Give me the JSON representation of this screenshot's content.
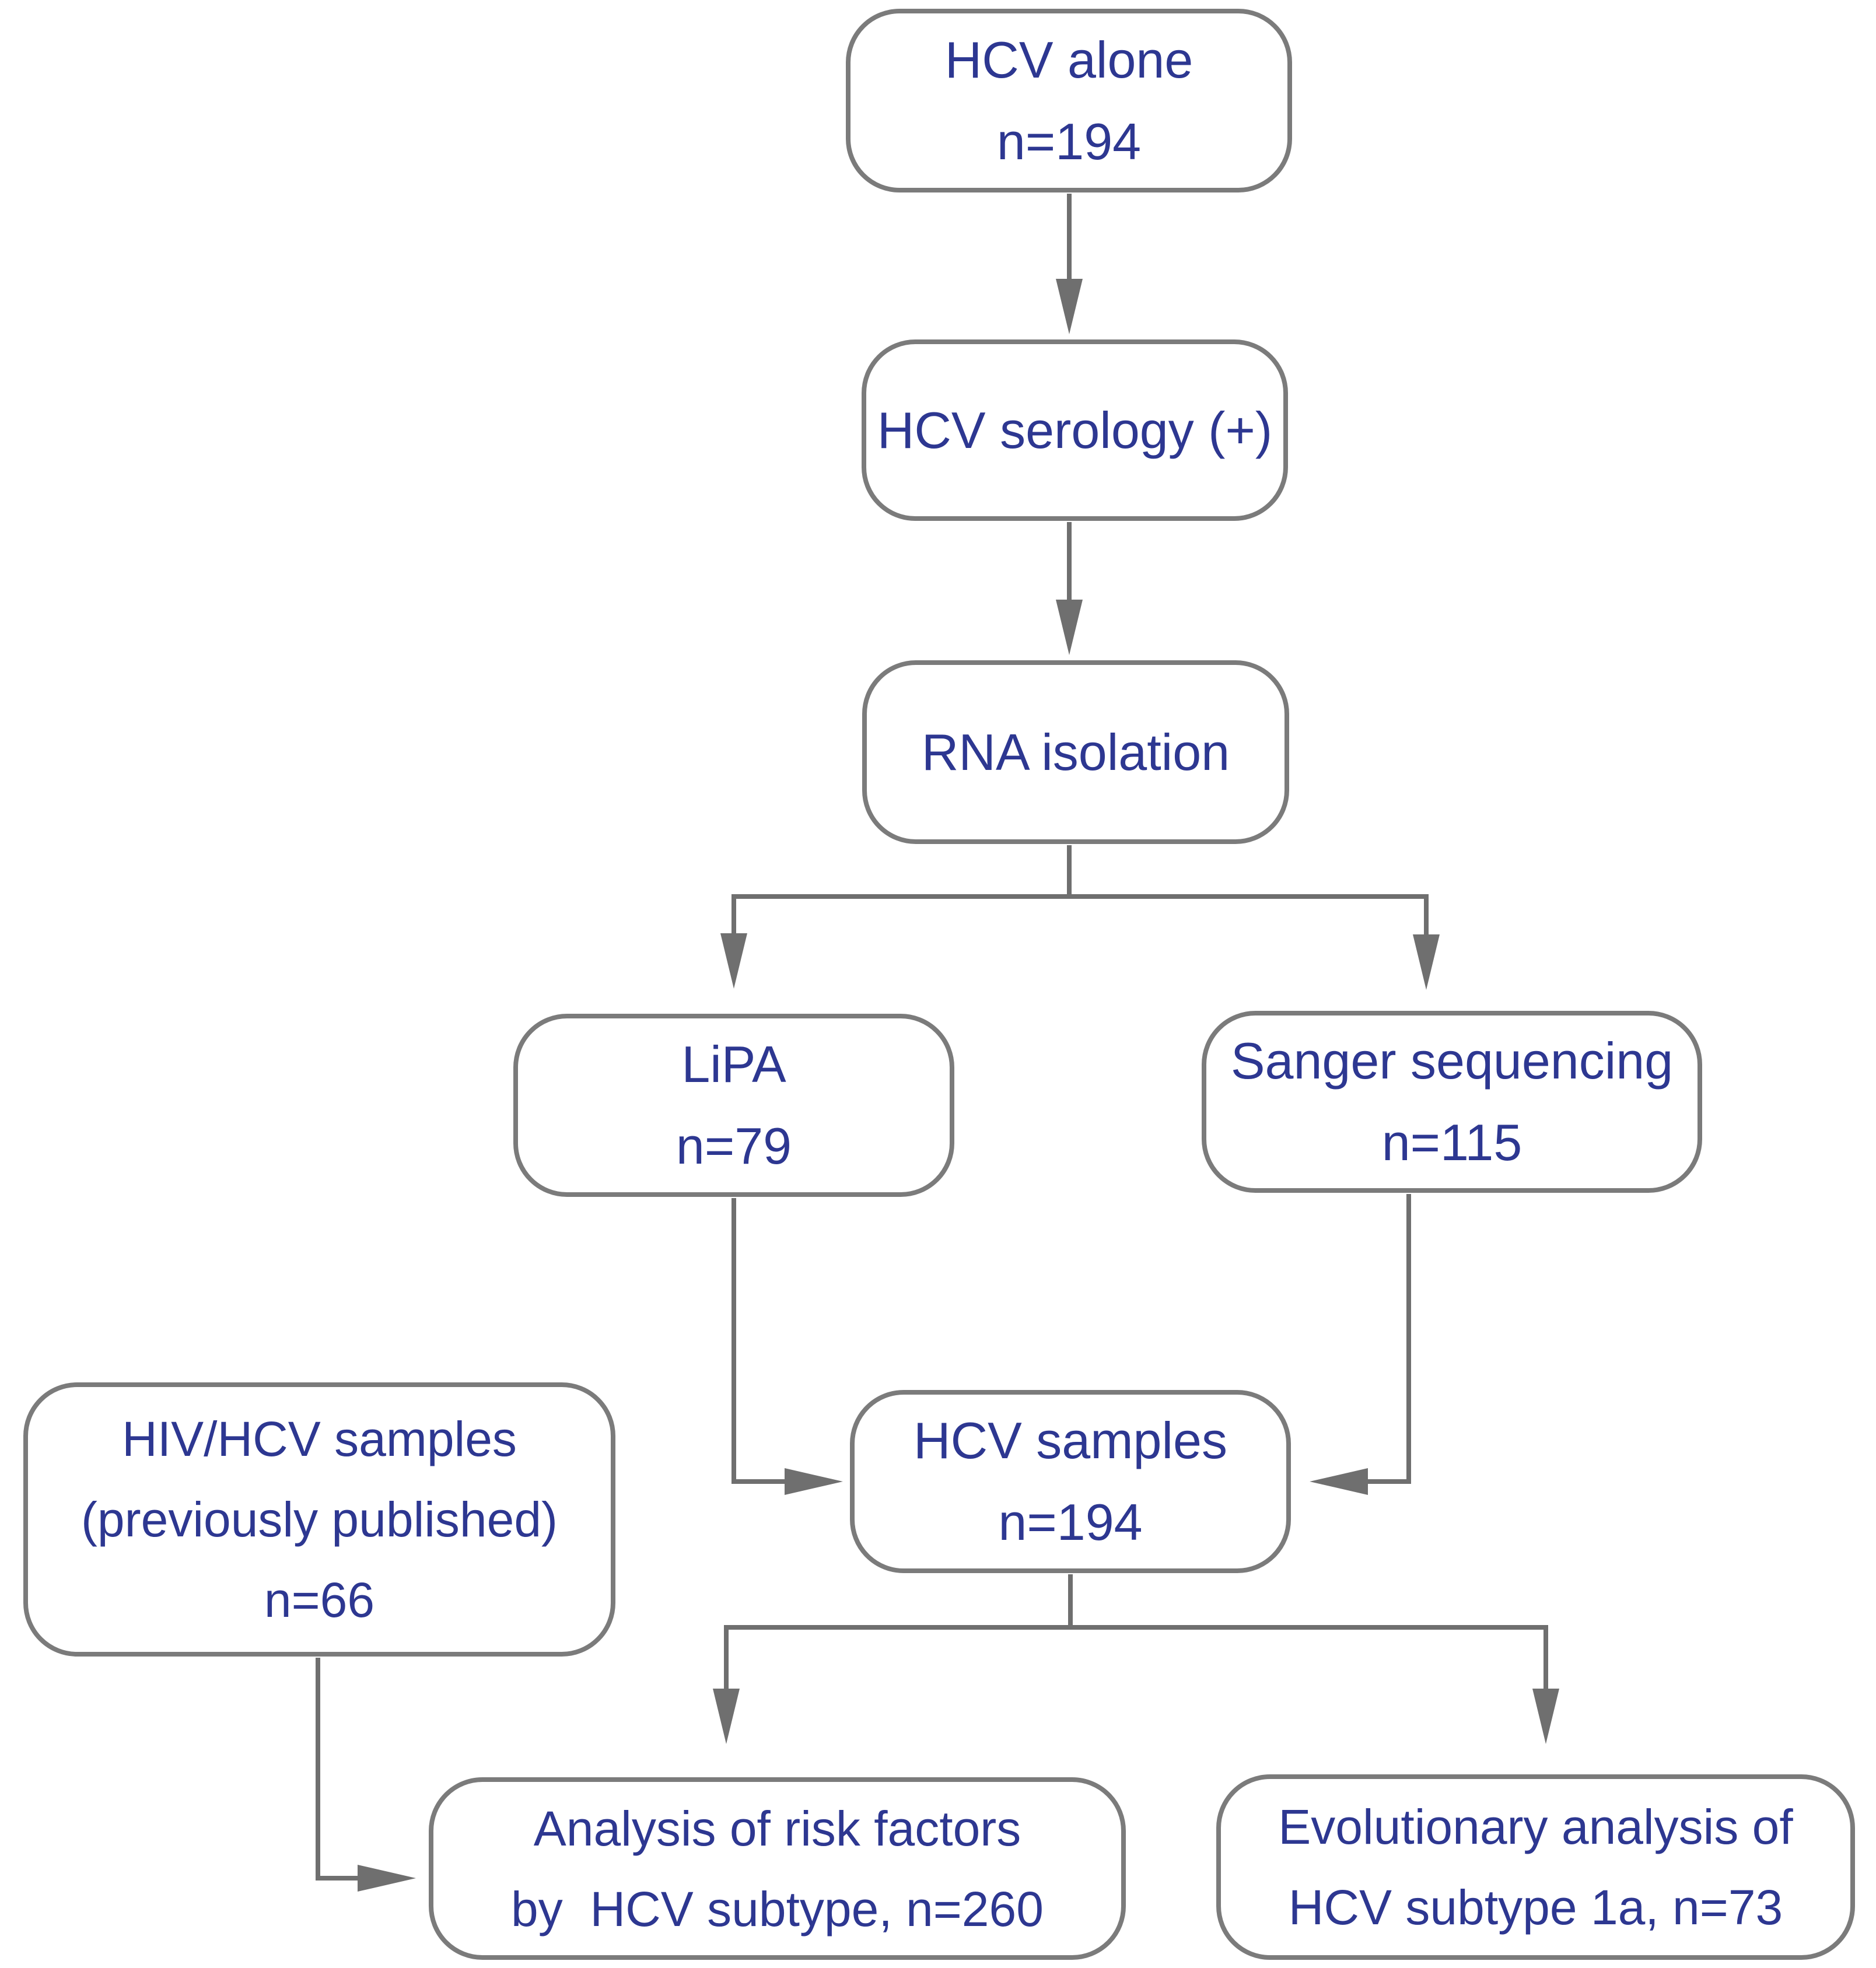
{
  "diagram": {
    "type": "flowchart",
    "colors": {
      "background": "#ffffff",
      "box_fill": "#ffffff",
      "box_border": "#7b7b7b",
      "text": "#2d3791",
      "connector": "#6f6f6f"
    },
    "nodes": [
      {
        "id": "hcv-alone",
        "lines": [
          "HCV alone",
          "n=194"
        ]
      },
      {
        "id": "hcv-serology",
        "lines": [
          "HCV serology (+)"
        ]
      },
      {
        "id": "rna-isolation",
        "lines": [
          "RNA isolation"
        ]
      },
      {
        "id": "lipa",
        "lines": [
          "LiPA",
          "n=79"
        ]
      },
      {
        "id": "sanger-sequencing",
        "lines": [
          "Sanger sequencing",
          "n=115"
        ]
      },
      {
        "id": "hcv-samples",
        "lines": [
          "HCV samples",
          "n=194"
        ]
      },
      {
        "id": "hiv-hcv-samples",
        "lines": [
          "HIV/HCV samples",
          "(previously published)",
          "n=66"
        ]
      },
      {
        "id": "risk-factor-analysis",
        "lines": [
          "Analysis of risk factors",
          "by  HCV subtype, n=260"
        ]
      },
      {
        "id": "evolutionary-analysis",
        "lines": [
          "Evolutionary analysis of",
          "HCV subtype 1a, n=73"
        ]
      }
    ],
    "edges": [
      {
        "from": "hcv-alone",
        "to": "hcv-serology"
      },
      {
        "from": "hcv-serology",
        "to": "rna-isolation"
      },
      {
        "from": "rna-isolation",
        "to": "lipa"
      },
      {
        "from": "rna-isolation",
        "to": "sanger-sequencing"
      },
      {
        "from": "lipa",
        "to": "hcv-samples"
      },
      {
        "from": "sanger-sequencing",
        "to": "hcv-samples"
      },
      {
        "from": "hcv-samples",
        "to": "risk-factor-analysis"
      },
      {
        "from": "hcv-samples",
        "to": "evolutionary-analysis"
      },
      {
        "from": "hiv-hcv-samples",
        "to": "risk-factor-analysis"
      }
    ]
  }
}
